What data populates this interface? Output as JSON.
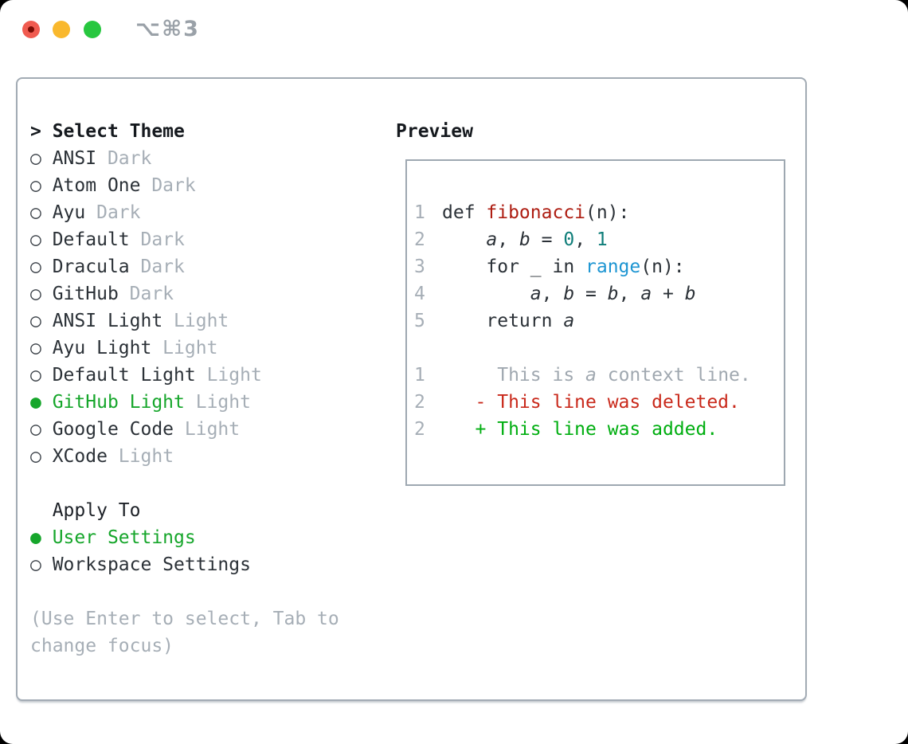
{
  "window": {
    "title": "⌥⌘3",
    "traffic_lights": [
      "close",
      "minimize",
      "zoom"
    ]
  },
  "theme_picker": {
    "prompt": ">",
    "title": "Select Theme",
    "radio_selected_glyph": "●",
    "radio_unselected_glyph": "○",
    "themes": [
      {
        "name": "ANSI",
        "variant": "Dark",
        "selected": false
      },
      {
        "name": "Atom One",
        "variant": "Dark",
        "selected": false
      },
      {
        "name": "Ayu",
        "variant": "Dark",
        "selected": false
      },
      {
        "name": "Default",
        "variant": "Dark",
        "selected": false
      },
      {
        "name": "Dracula",
        "variant": "Dark",
        "selected": false
      },
      {
        "name": "GitHub",
        "variant": "Dark",
        "selected": false
      },
      {
        "name": "ANSI Light",
        "variant": "Light",
        "selected": false
      },
      {
        "name": "Ayu Light",
        "variant": "Light",
        "selected": false
      },
      {
        "name": "Default Light",
        "variant": "Light",
        "selected": false
      },
      {
        "name": "GitHub Light",
        "variant": "Light",
        "selected": true
      },
      {
        "name": "Google Code",
        "variant": "Light",
        "selected": false
      },
      {
        "name": "XCode",
        "variant": "Light",
        "selected": false
      }
    ],
    "apply_to": {
      "title": "Apply To",
      "options": [
        {
          "name": "User Settings",
          "selected": true
        },
        {
          "name": "Workspace Settings",
          "selected": false
        }
      ]
    },
    "hint_lines": [
      "(Use Enter to select, Tab to",
      "change focus)"
    ]
  },
  "preview": {
    "title": "Preview",
    "lines": [
      {
        "num": "1",
        "segments": [
          {
            "text": "def ",
            "style": "plain"
          },
          {
            "text": "fibonacci",
            "style": "function"
          },
          {
            "text": "(n):",
            "style": "plain"
          }
        ]
      },
      {
        "num": "2",
        "segments": [
          {
            "text": "    ",
            "style": "plain"
          },
          {
            "text": "a",
            "style": "variable"
          },
          {
            "text": ", ",
            "style": "plain"
          },
          {
            "text": "b",
            "style": "variable"
          },
          {
            "text": " = ",
            "style": "plain"
          },
          {
            "text": "0",
            "style": "number"
          },
          {
            "text": ", ",
            "style": "plain"
          },
          {
            "text": "1",
            "style": "number"
          }
        ]
      },
      {
        "num": "3",
        "segments": [
          {
            "text": "    for _ in ",
            "style": "plain"
          },
          {
            "text": "range",
            "style": "builtin"
          },
          {
            "text": "(n):",
            "style": "plain"
          }
        ]
      },
      {
        "num": "4",
        "segments": [
          {
            "text": "        ",
            "style": "plain"
          },
          {
            "text": "a",
            "style": "variable"
          },
          {
            "text": ", ",
            "style": "plain"
          },
          {
            "text": "b",
            "style": "variable"
          },
          {
            "text": " = ",
            "style": "plain"
          },
          {
            "text": "b",
            "style": "variable"
          },
          {
            "text": ", ",
            "style": "plain"
          },
          {
            "text": "a",
            "style": "variable"
          },
          {
            "text": " + ",
            "style": "plain"
          },
          {
            "text": "b",
            "style": "variable"
          }
        ]
      },
      {
        "num": "5",
        "segments": [
          {
            "text": "    return ",
            "style": "plain"
          },
          {
            "text": "a",
            "style": "variable"
          }
        ]
      },
      {
        "num": "",
        "segments": []
      },
      {
        "num": "1",
        "segments": [
          {
            "text": "     This is ",
            "style": "context"
          },
          {
            "text": "a",
            "style": "context-em"
          },
          {
            "text": " context line.",
            "style": "context"
          }
        ]
      },
      {
        "num": "2",
        "segments": [
          {
            "text": "   - This line was deleted.",
            "style": "deleted"
          }
        ]
      },
      {
        "num": "2",
        "segments": [
          {
            "text": "   + This line was added.",
            "style": "added"
          }
        ]
      }
    ]
  },
  "colors": {
    "text": "#2b3137",
    "heading": "#15191e",
    "muted": "#a6aeb6",
    "selection_green": "#16a62b",
    "added_green": "#00ae10",
    "deleted_red": "#c9291b",
    "function_red": "#ae1d12",
    "number_teal": "#0e7d79",
    "builtin_blue": "#1d95d2",
    "panel_border": "#a2abb4",
    "preview_border": "#9ea8b1",
    "title_gray": "#9aa1a8",
    "traffic_red": "#f05b50",
    "traffic_yellow": "#f9b82d",
    "traffic_green": "#27c73f"
  }
}
